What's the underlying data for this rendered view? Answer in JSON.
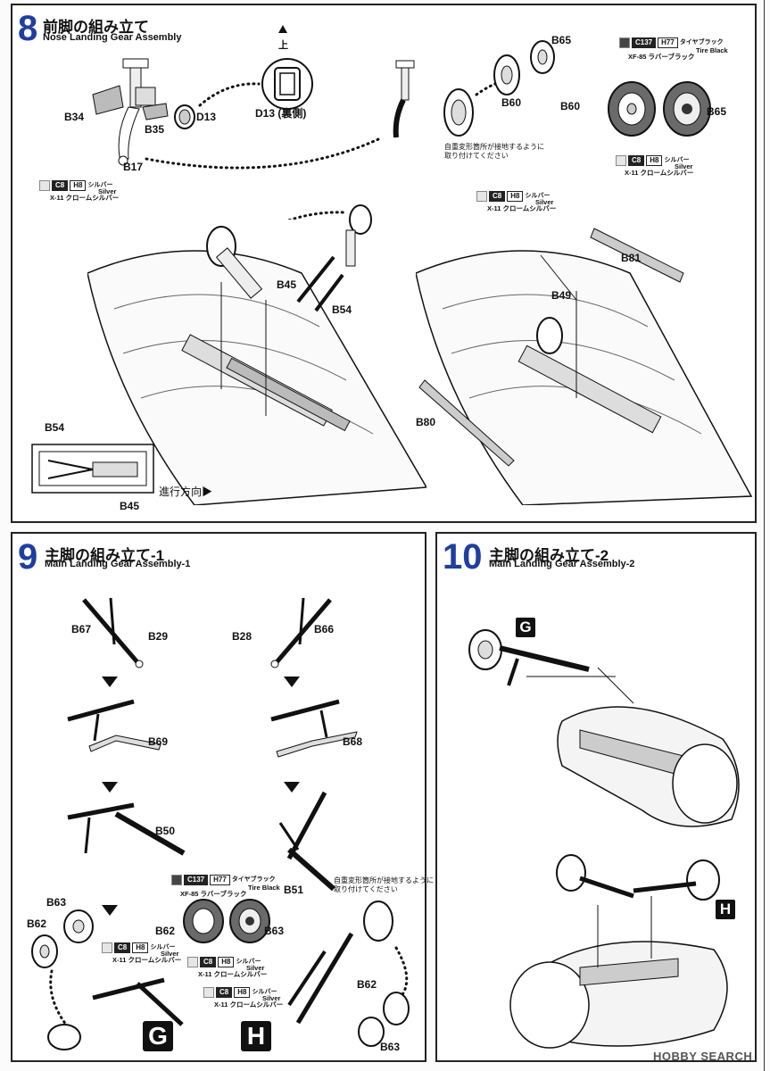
{
  "step8": {
    "number": "8",
    "title_ja": "前脚の組み立て",
    "title_en": "Nose Landing Gear Assembly",
    "up_label": "上",
    "parts": {
      "B65_top": "B65",
      "B60_top": "B60",
      "B34": "B34",
      "B35": "B35",
      "D13": "D13",
      "D13_back": "D13 (裏側)",
      "B17": "B17",
      "B60_right": "B60",
      "B65_right": "B65",
      "B45": "B45",
      "B54": "B54",
      "B81": "B81",
      "B49": "B49",
      "B80": "B80",
      "B54_inset": "B54",
      "B45_inset": "B45"
    },
    "note_wheel": "自重変形箇所が接地するように\n取り付けてください",
    "direction": "進行方向▶",
    "color_silver": {
      "swatch": "#e6e6e6",
      "c": "C8",
      "h": "H8",
      "name_ja": "シルバー",
      "name_en": "Silver",
      "ref": "X-11 クロームシルバー"
    },
    "color_silver_2": {
      "swatch": "#e6e6e6",
      "c": "C8",
      "h": "H8",
      "name_ja": "シルバー",
      "name_en": "Silver",
      "ref": "X-11 クロームシルバー"
    },
    "color_silver_3": {
      "swatch": "#e6e6e6",
      "c": "C8",
      "h": "H8",
      "name_ja": "シルバー",
      "name_en": "Silver",
      "ref": "X-11 クロームシルバー"
    },
    "color_tire": {
      "swatch": "#444444",
      "c": "C137",
      "h": "H77",
      "name_ja": "タイヤブラック",
      "name_en": "Tire Black",
      "ref": "XF-85 ラバーブラック"
    }
  },
  "step9": {
    "number": "9",
    "title_ja": "主脚の組み立て-1",
    "title_en": "Main Landing Gear Assembly-1",
    "parts": {
      "B67": "B67",
      "B29": "B29",
      "B28": "B28",
      "B66": "B66",
      "B69": "B69",
      "B68": "B68",
      "B50": "B50",
      "B51": "B51",
      "B63a": "B63",
      "B62a": "B62",
      "B62b": "B62",
      "B63b": "B63",
      "B62c": "B62",
      "B63c": "B63"
    },
    "note_wheel": "自重変形箇所が接地するように\n取り付けてください",
    "letter_g": "G",
    "letter_h": "H",
    "color_tire": {
      "swatch": "#444444",
      "c": "C137",
      "h": "H77",
      "name_ja": "タイヤブラック",
      "name_en": "Tire Black",
      "ref": "XF-85 ラバーブラック"
    },
    "color_silver_a": {
      "swatch": "#e6e6e6",
      "c": "C8",
      "h": "H8",
      "name_ja": "シルバー",
      "name_en": "Silver",
      "ref": "X-11 クロームシルバー"
    },
    "color_silver_b": {
      "swatch": "#e6e6e6",
      "c": "C8",
      "h": "H8",
      "name_ja": "シルバー",
      "name_en": "Silver",
      "ref": "X-11 クロームシルバー"
    },
    "color_silver_c": {
      "swatch": "#e6e6e6",
      "c": "C8",
      "h": "H8",
      "name_ja": "シルバー",
      "name_en": "Silver",
      "ref": "X-11 クロームシルバー"
    }
  },
  "step10": {
    "number": "10",
    "title_ja": "主脚の組み立て-2",
    "title_en": "Main Landing Gear Assembly-2",
    "letter_g": "G",
    "letter_h": "H"
  },
  "watermark": "HOBBY SEARCH",
  "step_color": "#1e3f9e"
}
